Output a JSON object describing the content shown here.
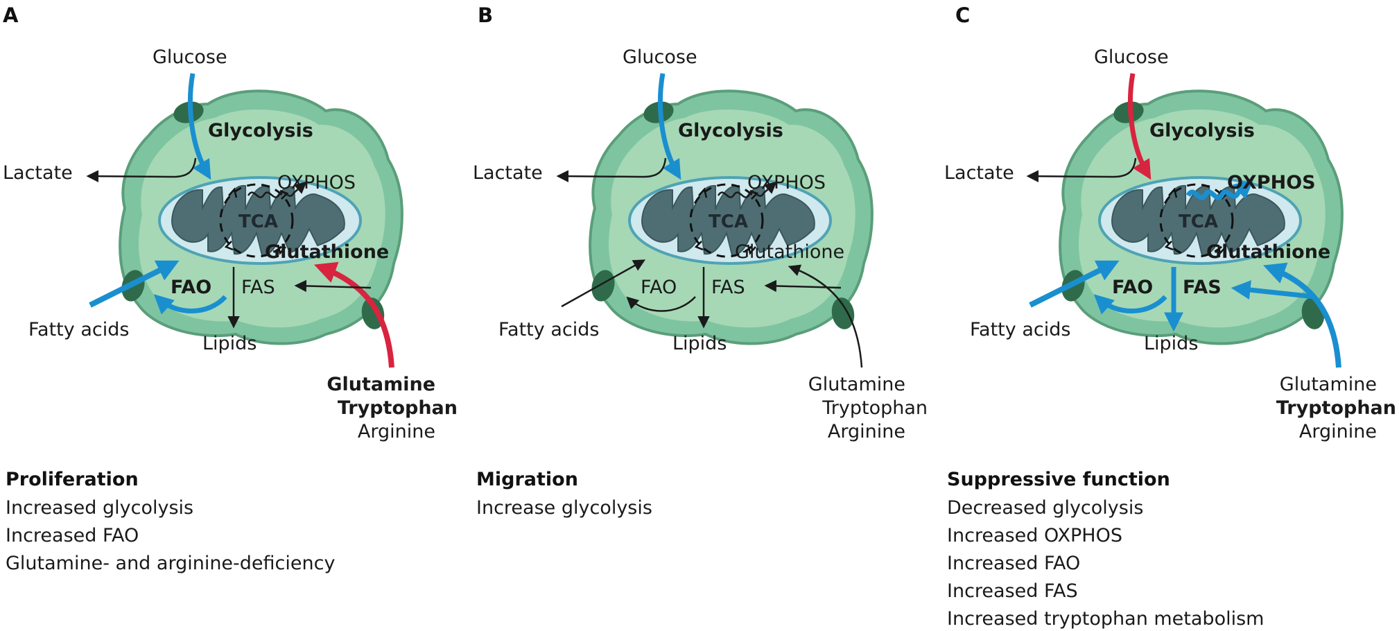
{
  "panels": [
    {
      "letter": "A",
      "labels": {
        "glucose": "Glucose",
        "glycolysis": "Glycolysis",
        "lactate": "Lactate",
        "oxphos": "OXPHOS",
        "tca": "TCA",
        "glutathione": "Glutathione",
        "fao": "FAO",
        "fas": "FAS",
        "fatty_acids": "Fatty acids",
        "lipids": "Lipids",
        "glutamine": "Glutamine",
        "tryptophan": "Tryptophan",
        "arginine": "Arginine"
      },
      "caption": {
        "title": "Proliferation",
        "lines": [
          "Increased glycolysis",
          "Increased FAO",
          "Glutamine- and arginine-deficiency"
        ]
      }
    },
    {
      "letter": "B",
      "labels": {
        "glucose": "Glucose",
        "glycolysis": "Glycolysis",
        "lactate": "Lactate",
        "oxphos": "OXPHOS",
        "tca": "TCA",
        "glutathione": "Glutathione",
        "fao": "FAO",
        "fas": "FAS",
        "fatty_acids": "Fatty acids",
        "lipids": "Lipids",
        "glutamine": "Glutamine",
        "tryptophan": "Tryptophan",
        "arginine": "Arginine"
      },
      "caption": {
        "title": "Migration",
        "lines": [
          "Increase glycolysis"
        ]
      }
    },
    {
      "letter": "C",
      "labels": {
        "glucose": "Glucose",
        "glycolysis": "Glycolysis",
        "lactate": "Lactate",
        "oxphos": "OXPHOS",
        "tca": "TCA",
        "glutathione": "Glutathione",
        "fao": "FAO",
        "fas": "FAS",
        "fatty_acids": "Fatty acids",
        "lipids": "Lipids",
        "glutamine": "Glutamine",
        "tryptophan": "Tryptophan",
        "arginine": "Arginine"
      },
      "caption": {
        "title": "Suppressive function",
        "lines": [
          "Decreased glycolysis",
          "Increased OXPHOS",
          "Increased FAO",
          "Increased FAS",
          "Increased tryptophan metabolism"
        ]
      }
    }
  ],
  "colors": {
    "cell_outer": "#7fc4a0",
    "cell_inner": "#a6d8b6",
    "cell_edge": "#5a9e7a",
    "transporter": "#2f6b4a",
    "mito_fill": "#cfe9ee",
    "mito_edge": "#4fa3b4",
    "matrix": "#4f6e73",
    "increase_arrow": "#1a8fd0",
    "decrease_arrow": "#d8243f",
    "neutral_arrow": "#1a1a1a"
  }
}
